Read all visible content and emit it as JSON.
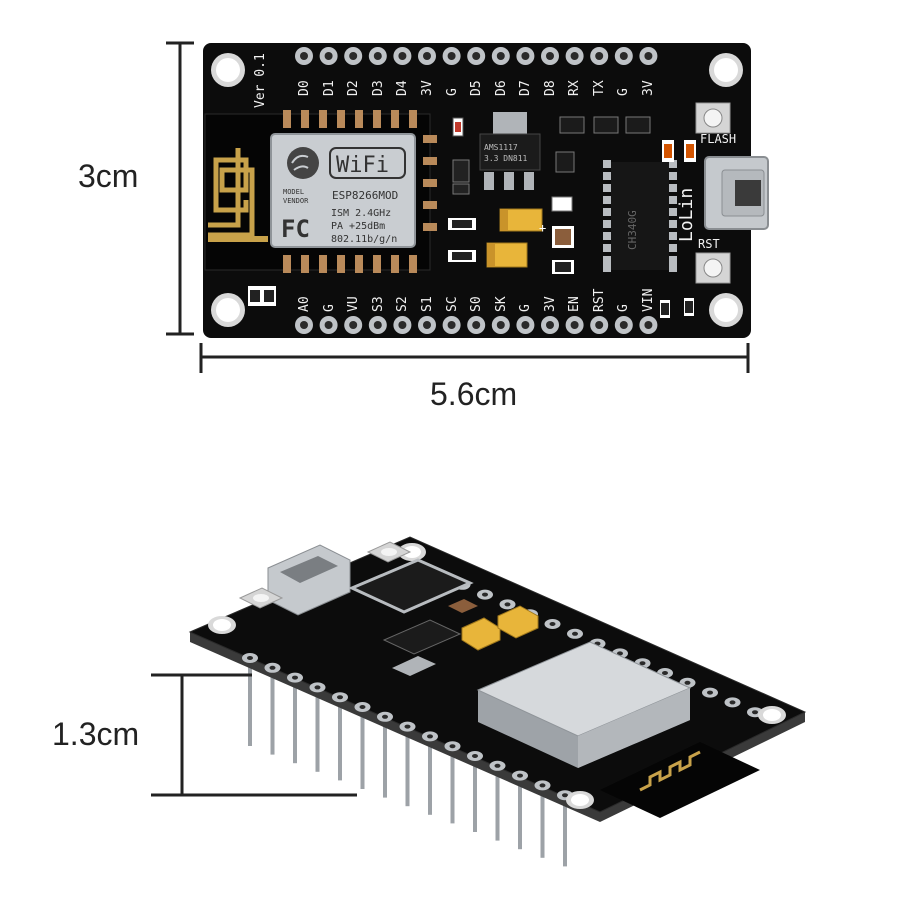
{
  "dimensions": {
    "height": "3cm",
    "width": "5.6cm",
    "thickness": "1.3cm"
  },
  "board": {
    "version": "Ver 0.1",
    "top_pins": [
      "D0",
      "D1",
      "D2",
      "D3",
      "D4",
      "3V",
      "G",
      "D5",
      "D6",
      "D7",
      "D8",
      "RX",
      "TX",
      "G",
      "3V"
    ],
    "bottom_pins": [
      "A0",
      "G",
      "VU",
      "S3",
      "S2",
      "S1",
      "SC",
      "S0",
      "SK",
      "G",
      "3V",
      "EN",
      "RST",
      "G",
      "VIN"
    ],
    "flash_label": "FLASH",
    "rst_label": "RST",
    "brand": "LoLin",
    "regulator_text": [
      "AMS1117",
      "3.3 DN811"
    ],
    "uart_chip_text": "CH340G",
    "module": {
      "wifi_text": "WiFi",
      "model_label": "MODEL",
      "vendor_label": "VENDOR",
      "model_name": "ESP8266MOD",
      "fc_text": "FC",
      "specs": [
        "ISM 2.4GHz",
        "PA  +25dBm",
        "802.11b/g/n"
      ]
    }
  },
  "colors": {
    "pcb": "#0c0c0c",
    "silkscreen": "#f2f2f2",
    "antenna_gold": "#c8a24a",
    "shield_silver": "#c9cdd1",
    "pin_silver": "#b8bcc0",
    "tantalum": "#e8b53a",
    "dimension_line": "#222222"
  }
}
